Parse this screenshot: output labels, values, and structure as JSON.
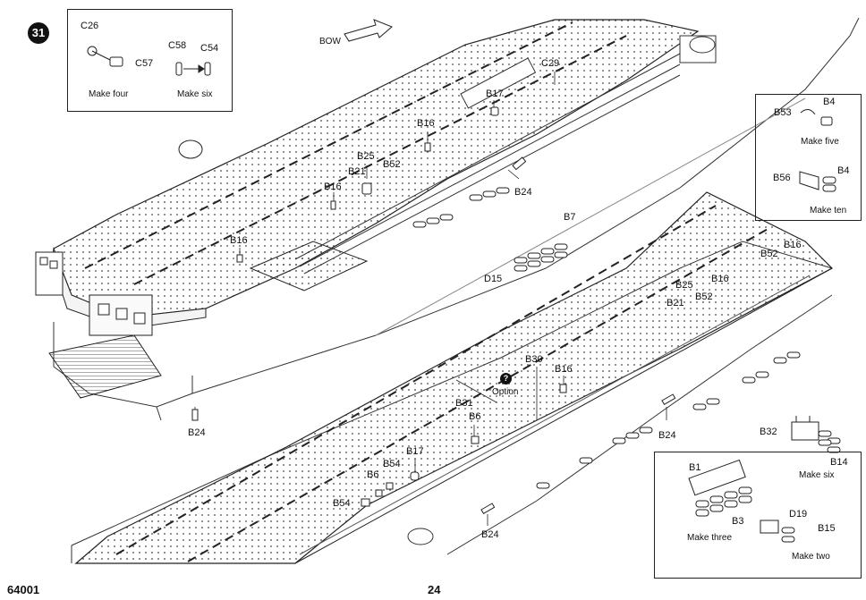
{
  "step": "31",
  "page": {
    "code": "64001",
    "number": "24"
  },
  "direction_label": "BOW",
  "option": {
    "icon": "?",
    "label": "Option"
  },
  "insets": {
    "top_left": {
      "part_a": "C26",
      "part_b": "C57",
      "caption_a": "Make four",
      "part_c": "C58",
      "part_d": "C54",
      "caption_b": "Make six"
    },
    "right_top": {
      "part_a": "B53",
      "part_b": "B4",
      "caption_a": "Make five",
      "part_c": "B56",
      "part_d": "B4",
      "caption_b": "Make ten"
    },
    "right_mid": {
      "part_a": "B32",
      "part_b": "B14",
      "caption": "Make six"
    },
    "bottom_right": {
      "part_a": "B1",
      "part_b": "B3",
      "caption_a": "Make three",
      "part_c": "D19",
      "part_d": "B15",
      "caption_b": "Make two"
    }
  },
  "callouts": {
    "c29": "C29",
    "b17_top": "B17",
    "b16_a": "B16",
    "b25_a": "B25",
    "b21_a": "B21",
    "b52_a": "B52",
    "b16_b": "B16",
    "b24_a": "B24",
    "b16_c": "B16",
    "b7": "B7",
    "d15": "D15",
    "b24_b": "B24",
    "b16_d": "B16",
    "b52_b": "B52",
    "b25_b": "B25",
    "b16_e": "B16",
    "b52_c": "B52",
    "b21_b": "B21",
    "b30": "B30",
    "b16_f": "B16",
    "b31": "B31",
    "b6_a": "B6",
    "b24_c": "B24",
    "b17_b": "B17",
    "b54_a": "B54",
    "b6_b": "B6",
    "b54_b": "B54",
    "b24_d": "B24"
  }
}
